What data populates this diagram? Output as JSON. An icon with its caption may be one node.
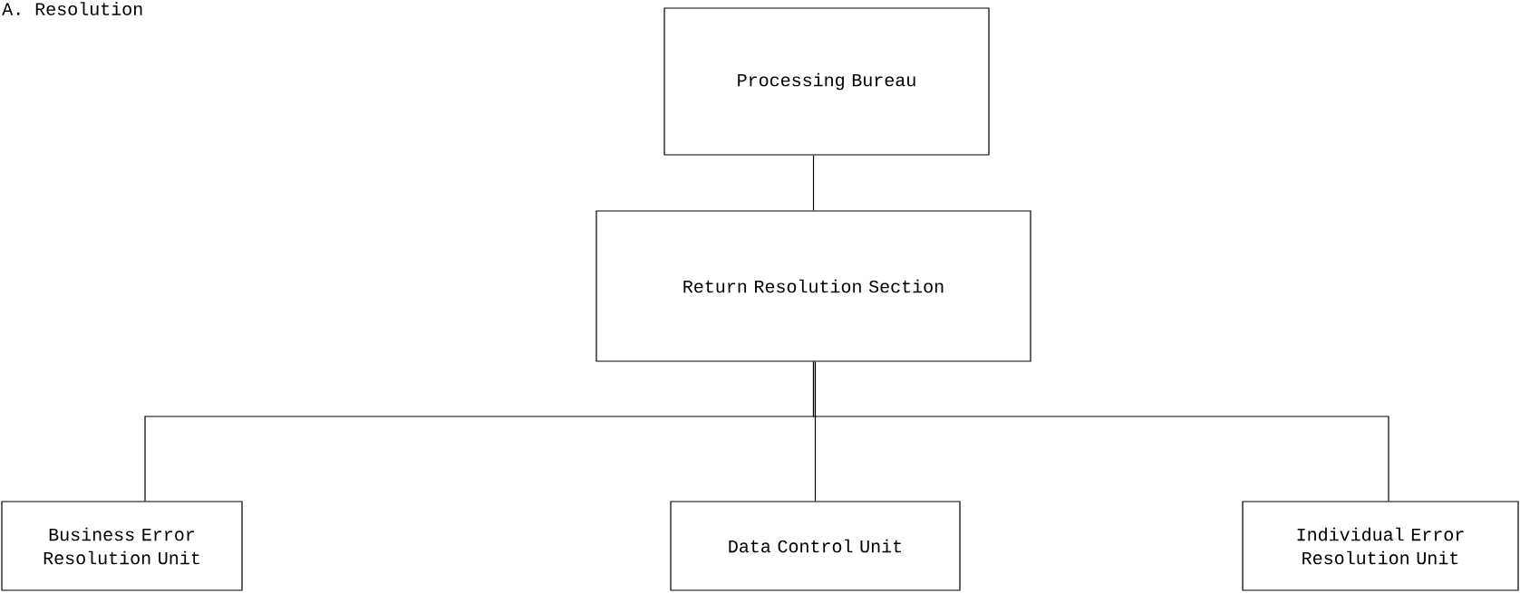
{
  "diagram": {
    "nodes": [
      {
        "text": [
          "Processing Bureau"
        ]
      },
      {
        "text": [
          "Return Resolution Section"
        ]
      },
      {
        "text": [
          "Business Error Resolution Unit"
        ]
      },
      {
        "text": [
          "Data Control Unit"
        ]
      },
      {
        "text": [
          "Individual Error Resolution Unit"
        ]
      }
    ],
    "edges": [
      {
        "from": 0,
        "to": 1,
        "arrow": "none"
      },
      {
        "from": 1,
        "to": 2,
        "arrow": "none"
      },
      {
        "from": 1,
        "to": 3,
        "arrow": "none"
      },
      {
        "from": 1,
        "to": 4,
        "arrow": "none"
      }
    ],
    "labels": [
      "A. Resolution"
    ]
  }
}
